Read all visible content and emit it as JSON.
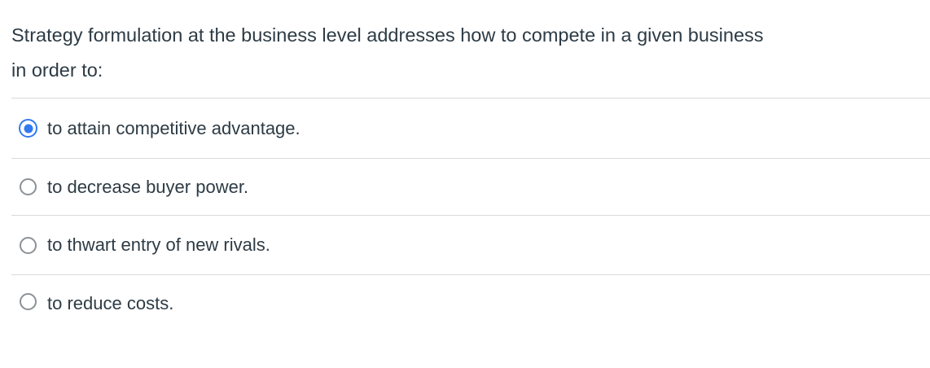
{
  "question": {
    "lines": [
      "Strategy formulation at the business level addresses how to compete in a given business",
      "in order to:"
    ]
  },
  "options": [
    {
      "label": "to attain competitive advantage.",
      "selected": true
    },
    {
      "label": "to decrease buyer power.",
      "selected": false
    },
    {
      "label": "to thwart entry of new rivals.",
      "selected": false
    },
    {
      "label": "to reduce costs.",
      "selected": false
    }
  ],
  "colors": {
    "accent": "#3379f0",
    "text": "#2d3b45",
    "divider": "#dadada",
    "radio_unselected_border": "#8b9196",
    "background": "#ffffff"
  }
}
